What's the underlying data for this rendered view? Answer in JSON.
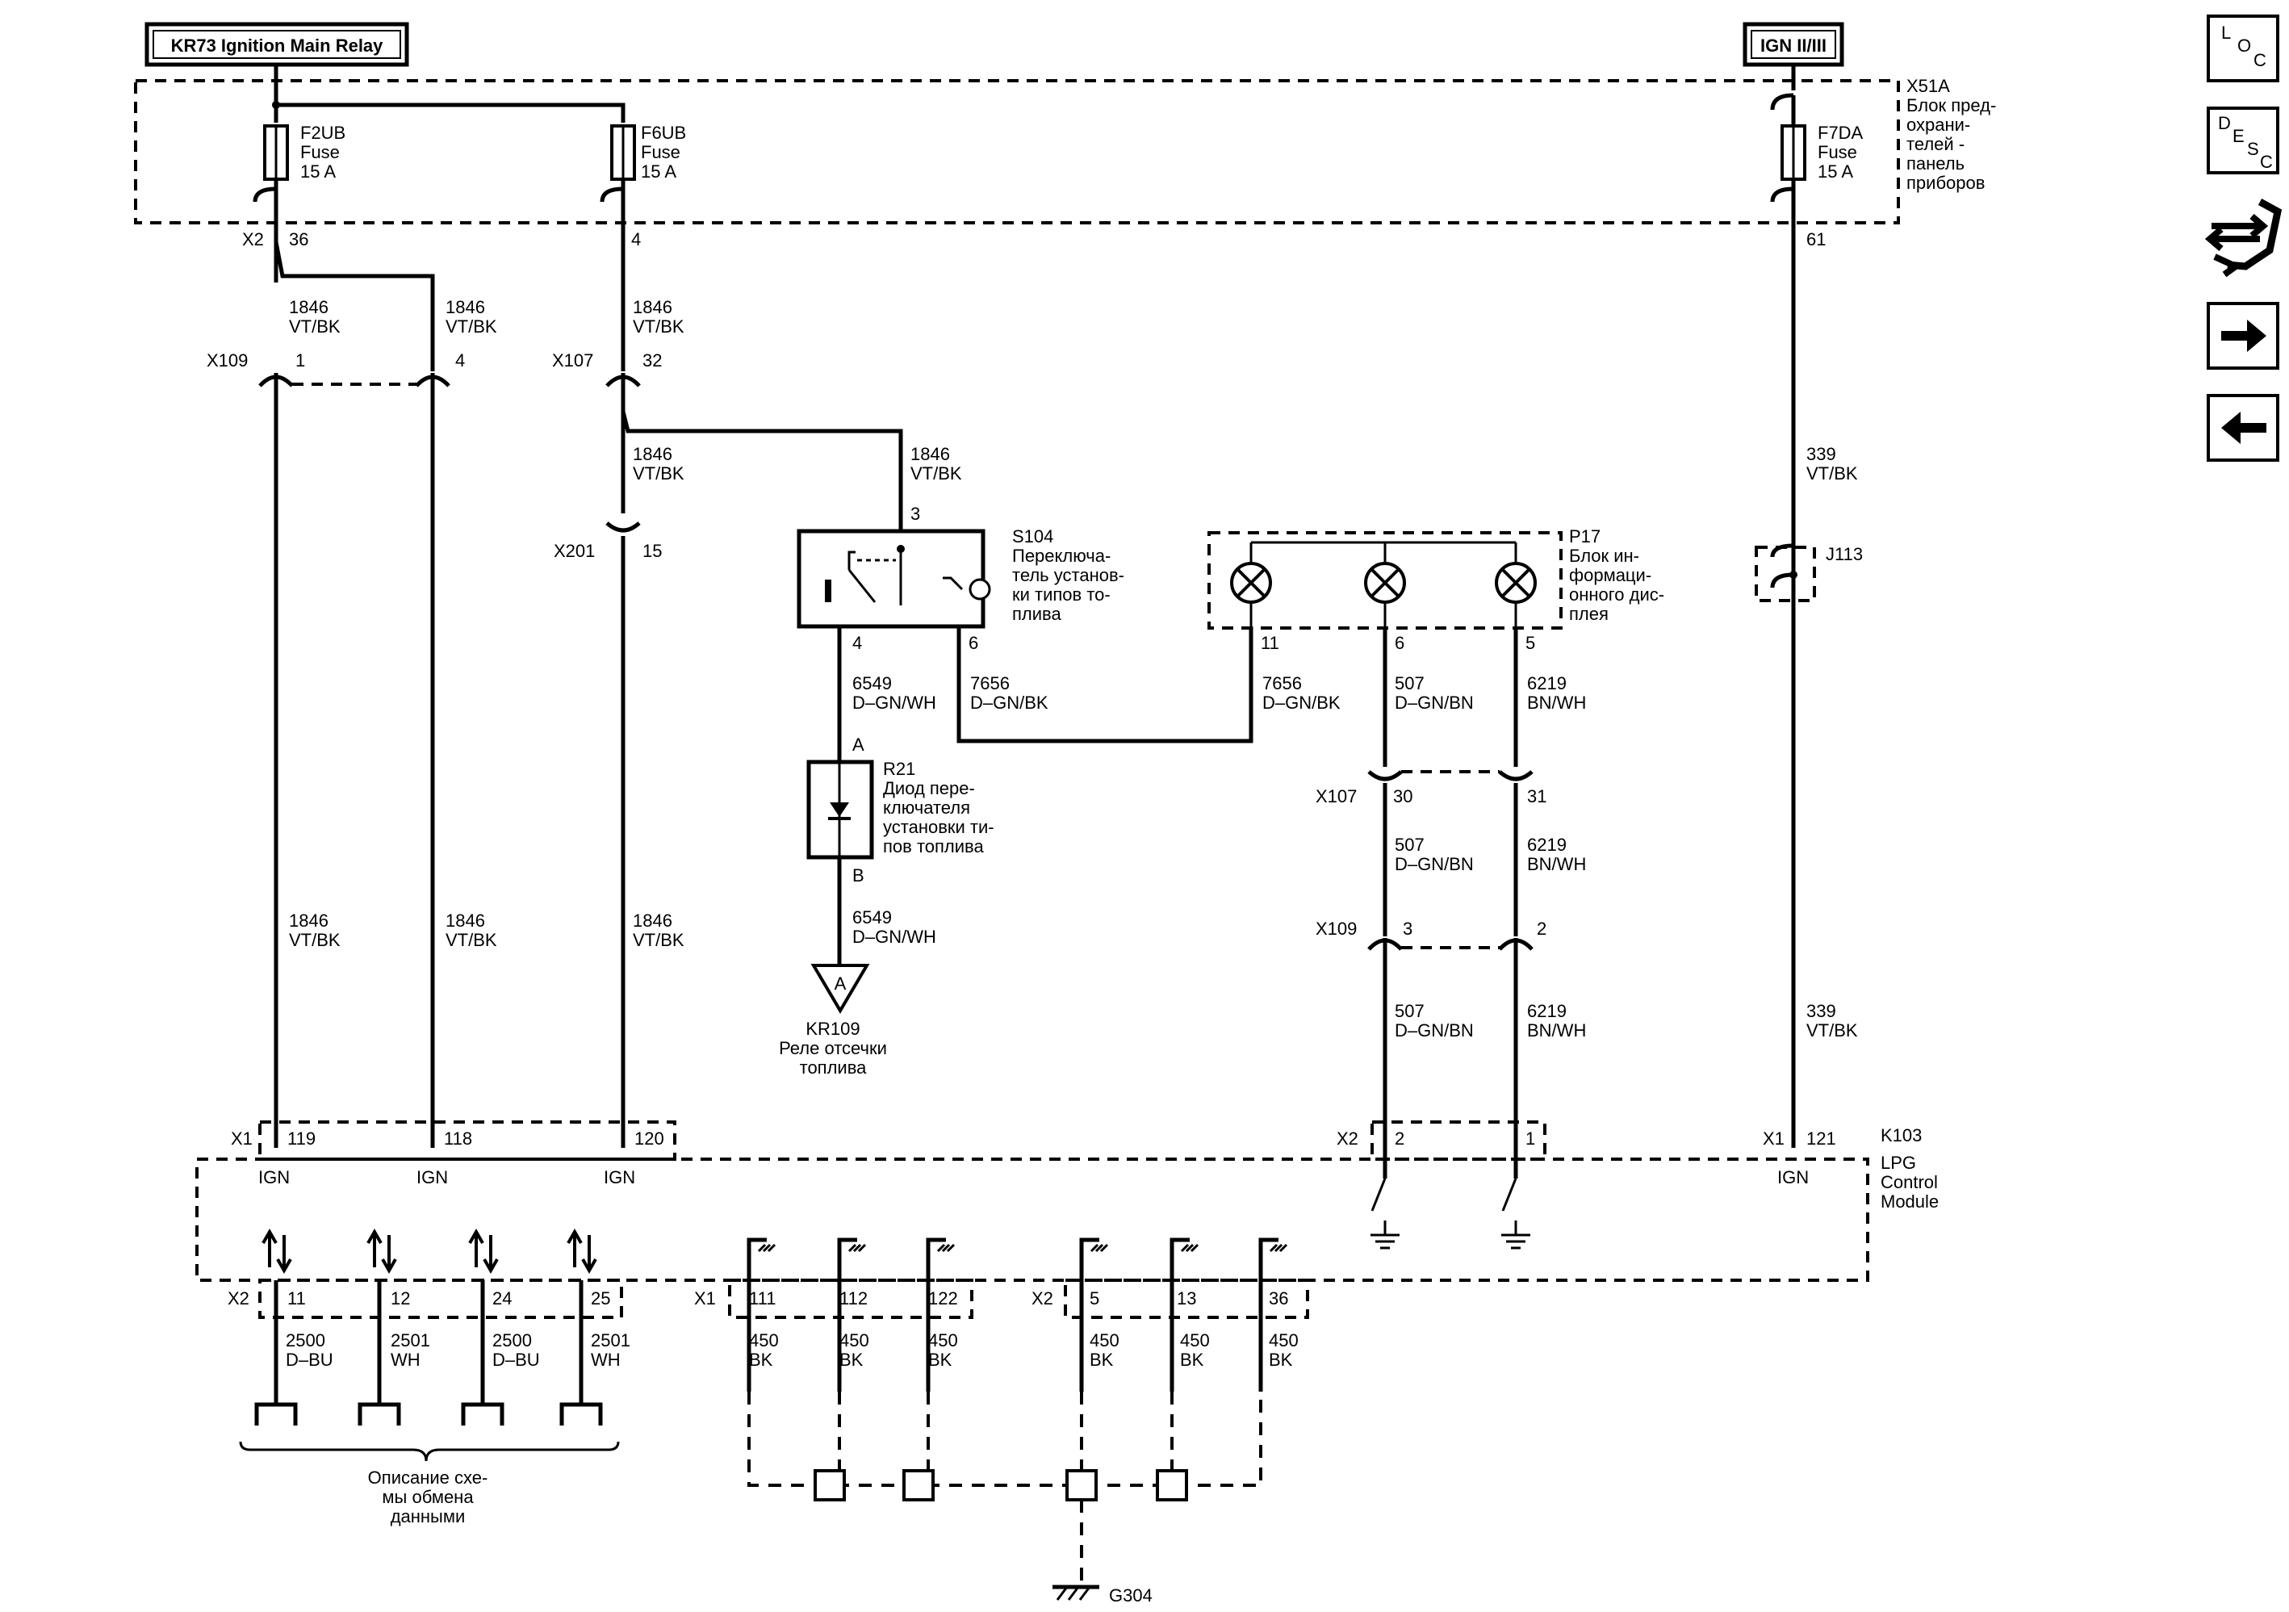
{
  "header": {
    "relay_left": "KR73 Ignition Main Relay",
    "relay_right": "IGN II/III"
  },
  "nav": {
    "loc_letters": [
      "L",
      "O",
      "C"
    ],
    "desc_letters": [
      "D",
      "E",
      "S",
      "C"
    ]
  },
  "fuse_block": {
    "id": "X51A",
    "desc_lines": [
      "Блок пред-",
      "охрани-",
      "телей -",
      "панель",
      "приборов"
    ],
    "fuses": [
      {
        "name": "F2UB",
        "type": "Fuse",
        "rating": "15 A"
      },
      {
        "name": "F6UB",
        "type": "Fuse",
        "rating": "15 A"
      },
      {
        "name": "F7DA",
        "type": "Fuse",
        "rating": "15 A"
      }
    ],
    "x2_label": "X2",
    "pins": {
      "f2ub": "36",
      "f6ub": "4",
      "f7da": "61"
    }
  },
  "wires": {
    "w1846": [
      "1846",
      "VT/BK"
    ],
    "w339": [
      "339",
      "VT/BK"
    ],
    "w6549": [
      "6549",
      "D–GN/WH"
    ],
    "w7656": [
      "7656",
      "D–GN/BK"
    ],
    "w507": [
      "507",
      "D–GN/BN"
    ],
    "w6219": [
      "6219",
      "BN/WH"
    ],
    "w2500": [
      "2500",
      "D–BU"
    ],
    "w2501": [
      "2501",
      "WH"
    ],
    "w450": [
      "450",
      "BK"
    ]
  },
  "connectors": {
    "x109_top": {
      "id": "X109",
      "pins": [
        "1",
        "4"
      ]
    },
    "x107_top": {
      "id": "X107",
      "pin": "32"
    },
    "x201": {
      "id": "X201",
      "pin": "15"
    },
    "x107_mid": {
      "id": "X107",
      "pins": [
        "30",
        "31"
      ]
    },
    "x109_mid": {
      "id": "X109",
      "pins": [
        "3",
        "2"
      ]
    },
    "j113": "J113"
  },
  "switch": {
    "id": "S104",
    "desc_lines": [
      "Переключа-",
      "тель установ-",
      "ки типов то-",
      "плива"
    ],
    "pins": {
      "top": "3",
      "left": "4",
      "right": "6"
    }
  },
  "display": {
    "id": "P17",
    "desc_lines": [
      "Блок ин-",
      "формаци-",
      "онного дис-",
      "плея"
    ],
    "pins": [
      "11",
      "6",
      "5"
    ]
  },
  "diode": {
    "id": "R21",
    "desc_lines": [
      "Диод пере-",
      "ключателя",
      "установки ти-",
      "пов топлива"
    ],
    "pin_a": "A",
    "pin_b": "B"
  },
  "relay_ref": {
    "symbol": "A",
    "id": "KR109",
    "desc_lines": [
      "Реле отсечки",
      "топлива"
    ]
  },
  "module": {
    "id": "K103",
    "desc_lines": [
      "LPG",
      "Control",
      "Module"
    ],
    "top_left": {
      "conn": "X1",
      "pins": [
        "119",
        "118",
        "120"
      ],
      "label": "IGN"
    },
    "top_mid": {
      "conn": "X2",
      "pins": [
        "2",
        "1"
      ]
    },
    "top_right": {
      "conn": "X1",
      "pin": "121",
      "label": "IGN"
    },
    "bottom_data": {
      "conn": "X2",
      "pins": [
        "11",
        "12",
        "24",
        "25"
      ]
    },
    "bottom_gnd1": {
      "conn": "X1",
      "pins": [
        "111",
        "112",
        "122"
      ]
    },
    "bottom_gnd2": {
      "conn": "X2",
      "pins": [
        "5",
        "13",
        "36"
      ]
    }
  },
  "data_desc_lines": [
    "Описание схе-",
    "мы обмена",
    "данными"
  ],
  "ground": "G304"
}
